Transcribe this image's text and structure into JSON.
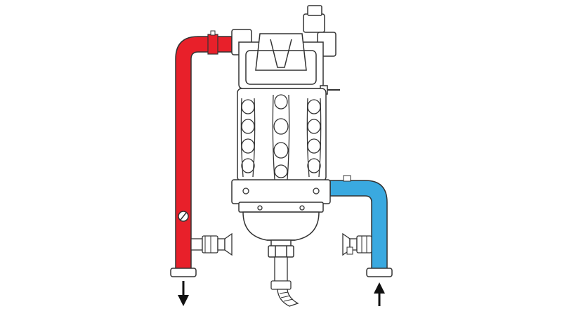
{
  "diagram": {
    "type": "boiler-plumbing-schematic",
    "components": [
      {
        "id": "heat-exchanger",
        "icon": "boiler-icon"
      },
      {
        "id": "hot-outlet-pipe",
        "icon": "hot-pipe-icon",
        "flow": "out"
      },
      {
        "id": "cold-inlet-pipe",
        "icon": "cold-pipe-icon",
        "flow": "in"
      },
      {
        "id": "drain-valve-left",
        "icon": "valve-icon"
      },
      {
        "id": "drain-valve-right",
        "icon": "valve-icon"
      },
      {
        "id": "flue-pipe",
        "icon": "flexible-hose-icon"
      },
      {
        "id": "outlet-arrow",
        "icon": "arrow-down-icon"
      },
      {
        "id": "inlet-arrow",
        "icon": "arrow-up-icon"
      }
    ],
    "colors": {
      "hot": "#e8202a",
      "cold": "#3aa9e0",
      "line": "#333333",
      "fill": "#ffffff"
    }
  }
}
